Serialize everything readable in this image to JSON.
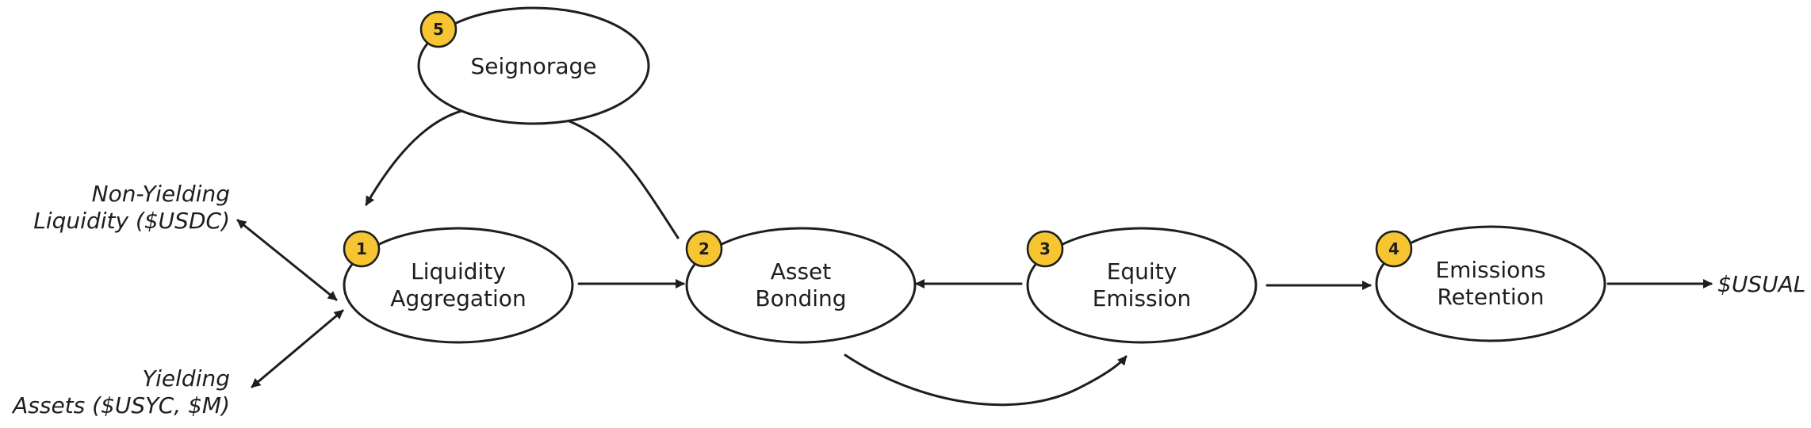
{
  "nodes": {
    "seignorage": {
      "label": "Seignorage",
      "badge": "5"
    },
    "liquidity_aggregation": {
      "line1": "Liquidity",
      "line2": "Aggregation",
      "badge": "1"
    },
    "asset_bonding": {
      "line1": "Asset",
      "line2": "Bonding",
      "badge": "2"
    },
    "equity_emission": {
      "line1": "Equity",
      "line2": "Emission",
      "badge": "3"
    },
    "emissions_retention": {
      "line1": "Emissions",
      "line2": "Retention",
      "badge": "4"
    }
  },
  "inputs": {
    "non_yielding": {
      "line1": "Non-Yielding",
      "line2": "Liquidity ($USDC)"
    },
    "yielding": {
      "line1": "Yielding",
      "line2": "Assets ($USYC, $M)"
    }
  },
  "output": {
    "label": "$USUAL"
  },
  "colors": {
    "badge": "#f6c531",
    "stroke": "#1e1e1e",
    "background": "#ffffff"
  }
}
